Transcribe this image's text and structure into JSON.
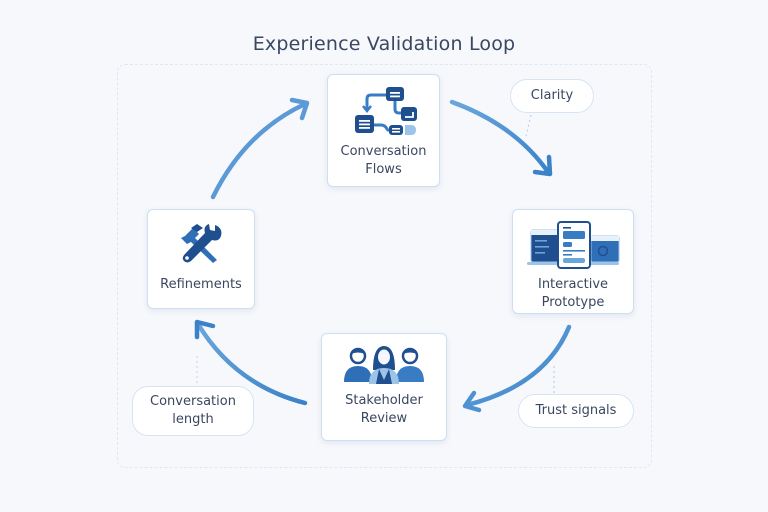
{
  "title": "Experience Validation Loop",
  "colors": {
    "arrow": "#4f92d2",
    "icon_dark": "#1f4f8f",
    "icon_mid": "#3a7cc4",
    "icon_light": "#9cc3e8",
    "node_border": "#cfdff2",
    "text": "#3a4760"
  },
  "nodes": [
    {
      "id": "flows",
      "label_line1": "Conversation",
      "label_line2": "Flows",
      "icon": "flowchart-icon"
    },
    {
      "id": "prototype",
      "label_line1": "Interactive",
      "label_line2": "Prototype",
      "icon": "devices-icon"
    },
    {
      "id": "review",
      "label_line1": "Stakeholder",
      "label_line2": "Review",
      "icon": "people-icon"
    },
    {
      "id": "refinements",
      "label_line1": "Refinements",
      "icon": "tools-icon"
    }
  ],
  "annotations": [
    {
      "label_line1": "Clarity",
      "attached_to": "flows-to-prototype"
    },
    {
      "label_line1": "Trust signals",
      "attached_to": "prototype-to-review"
    },
    {
      "label_line1": "Conversation",
      "label_line2": "length",
      "attached_to": "review-to-refinements"
    }
  ],
  "cycle": [
    "Conversation Flows",
    "Interactive Prototype",
    "Stakeholder Review",
    "Refinements"
  ]
}
